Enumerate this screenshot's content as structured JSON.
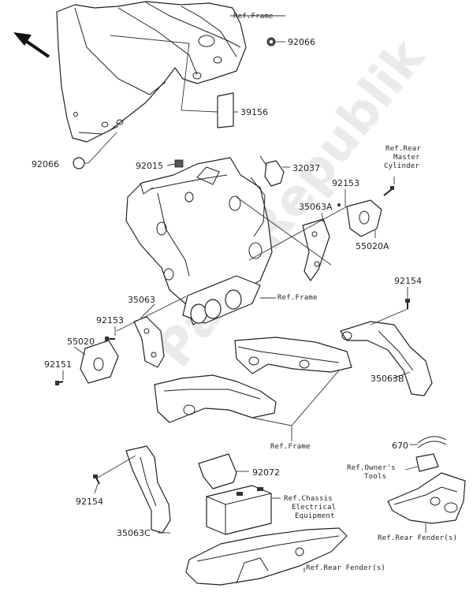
{
  "watermark": "PartsRepublik",
  "labels": {
    "p92066_top": "92066",
    "p39156": "39156",
    "p92066_left": "92066",
    "p92015": "92015",
    "p32037": "32037",
    "p92153_right": "92153",
    "p35063A": "35063A",
    "p55020A": "55020A",
    "p92154_right": "92154",
    "p35063": "35063",
    "p92153_left": "92153",
    "p55020": "55020",
    "p92151": "92151",
    "p35063B": "35063B",
    "p670": "670",
    "p92072": "92072",
    "p92154_left": "92154",
    "p35063C": "35063C"
  },
  "refs": {
    "frame_top": "Ref.Frame",
    "rear_master": [
      "Ref.Rear",
      "Master",
      "Cylinder"
    ],
    "frame_mid": "Ref.Frame",
    "frame_low": "Ref.Frame",
    "owners_tools": [
      "Ref.Owner's",
      "Tools"
    ],
    "chassis_elec": [
      "Ref.Chassis",
      "Electrical",
      "Equipment"
    ],
    "rear_fender_right": "Ref.Rear Fender(s)",
    "rear_fender_bottom": "Ref.Rear Fender(s)"
  }
}
